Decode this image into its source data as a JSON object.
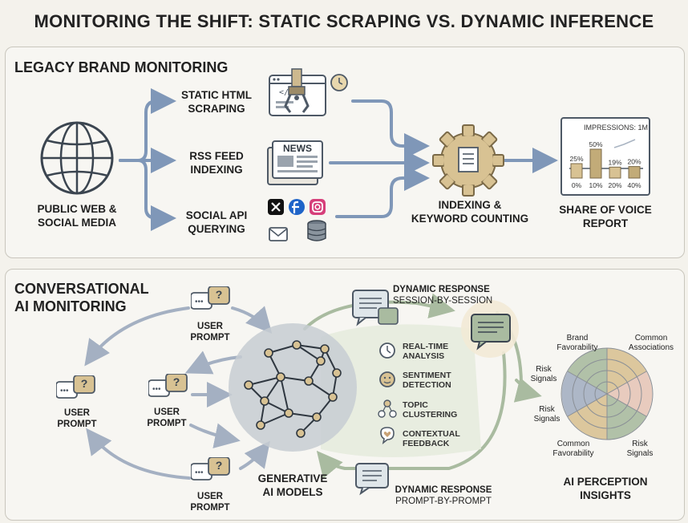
{
  "title": "MONITORING THE SHIFT: STATIC SCRAPING VS. DYNAMIC INFERENCE",
  "legacy": {
    "section_title": "LEGACY BRAND MONITORING",
    "source_label_1": "PUBLIC WEB &",
    "source_label_2": "SOCIAL MEDIA",
    "method_1_a": "STATIC HTML",
    "method_1_b": "SCRAPING",
    "method_2_a": "RSS FEED",
    "method_2_b": "INDEXING",
    "method_2_news": "NEWS",
    "method_3_a": "SOCIAL API",
    "method_3_b": "QUERYING",
    "indexing_a": "INDEXING &",
    "indexing_b": "KEYWORD COUNTING",
    "report_a": "SHARE OF VOICE",
    "report_b": "REPORT",
    "report_chart": {
      "header": "IMPRESSIONS: 1M",
      "bars": [
        {
          "label": "25%",
          "axis": "0%",
          "value": 25
        },
        {
          "label": "50%",
          "axis": "10%",
          "value": 50
        },
        {
          "label": "19%",
          "axis": "20%",
          "value": 19
        },
        {
          "label": "20%",
          "axis": "40%",
          "value": 20
        }
      ]
    }
  },
  "conversational": {
    "section_title_a": "CONVERSATIONAL",
    "section_title_b": "AI MONITORING",
    "prompt_a": "USER",
    "prompt_b": "PROMPT",
    "prompt_glyph": "?",
    "model_a": "GENERATIVE",
    "model_b": "AI MODELS",
    "dyn_session_a": "DYNAMIC RESPONSE",
    "dyn_session_b": "SESSION-BY-SESSION",
    "dyn_prompt_a": "DYNAMIC RESPONSE",
    "dyn_prompt_b": "PROMPT-BY-PROMPT",
    "features": [
      {
        "a": "REAL-TIME",
        "b": "ANALYSIS",
        "icon": "clock-icon"
      },
      {
        "a": "SENTIMENT",
        "b": "DETECTION",
        "icon": "smiley-icon"
      },
      {
        "a": "TOPIC",
        "b": "CLUSTERING",
        "icon": "cluster-icon"
      },
      {
        "a": "CONTEXTUAL",
        "b": "FEEDBACK",
        "icon": "heart-chat-icon"
      }
    ],
    "insights_a": "AI PERCEPTION",
    "insights_b": "INSIGHTS",
    "radar_labels": {
      "brand_a": "Brand",
      "brand_b": "Favorability",
      "common_assoc_a": "Common",
      "common_assoc_b": "Associations",
      "risk1_a": "Risk",
      "risk1_b": "Signals",
      "risk2_a": "Risk",
      "risk2_b": "Signals",
      "common_fav_a": "Common",
      "common_fav_b": "Favorability",
      "risk3_a": "Risk",
      "risk3_b": "Signals"
    }
  },
  "colors": {
    "arrow_blue": "#7f97b8",
    "arrow_green": "#a9bba0",
    "accent_tan": "#d9c59b",
    "slate": "#4e5966"
  }
}
